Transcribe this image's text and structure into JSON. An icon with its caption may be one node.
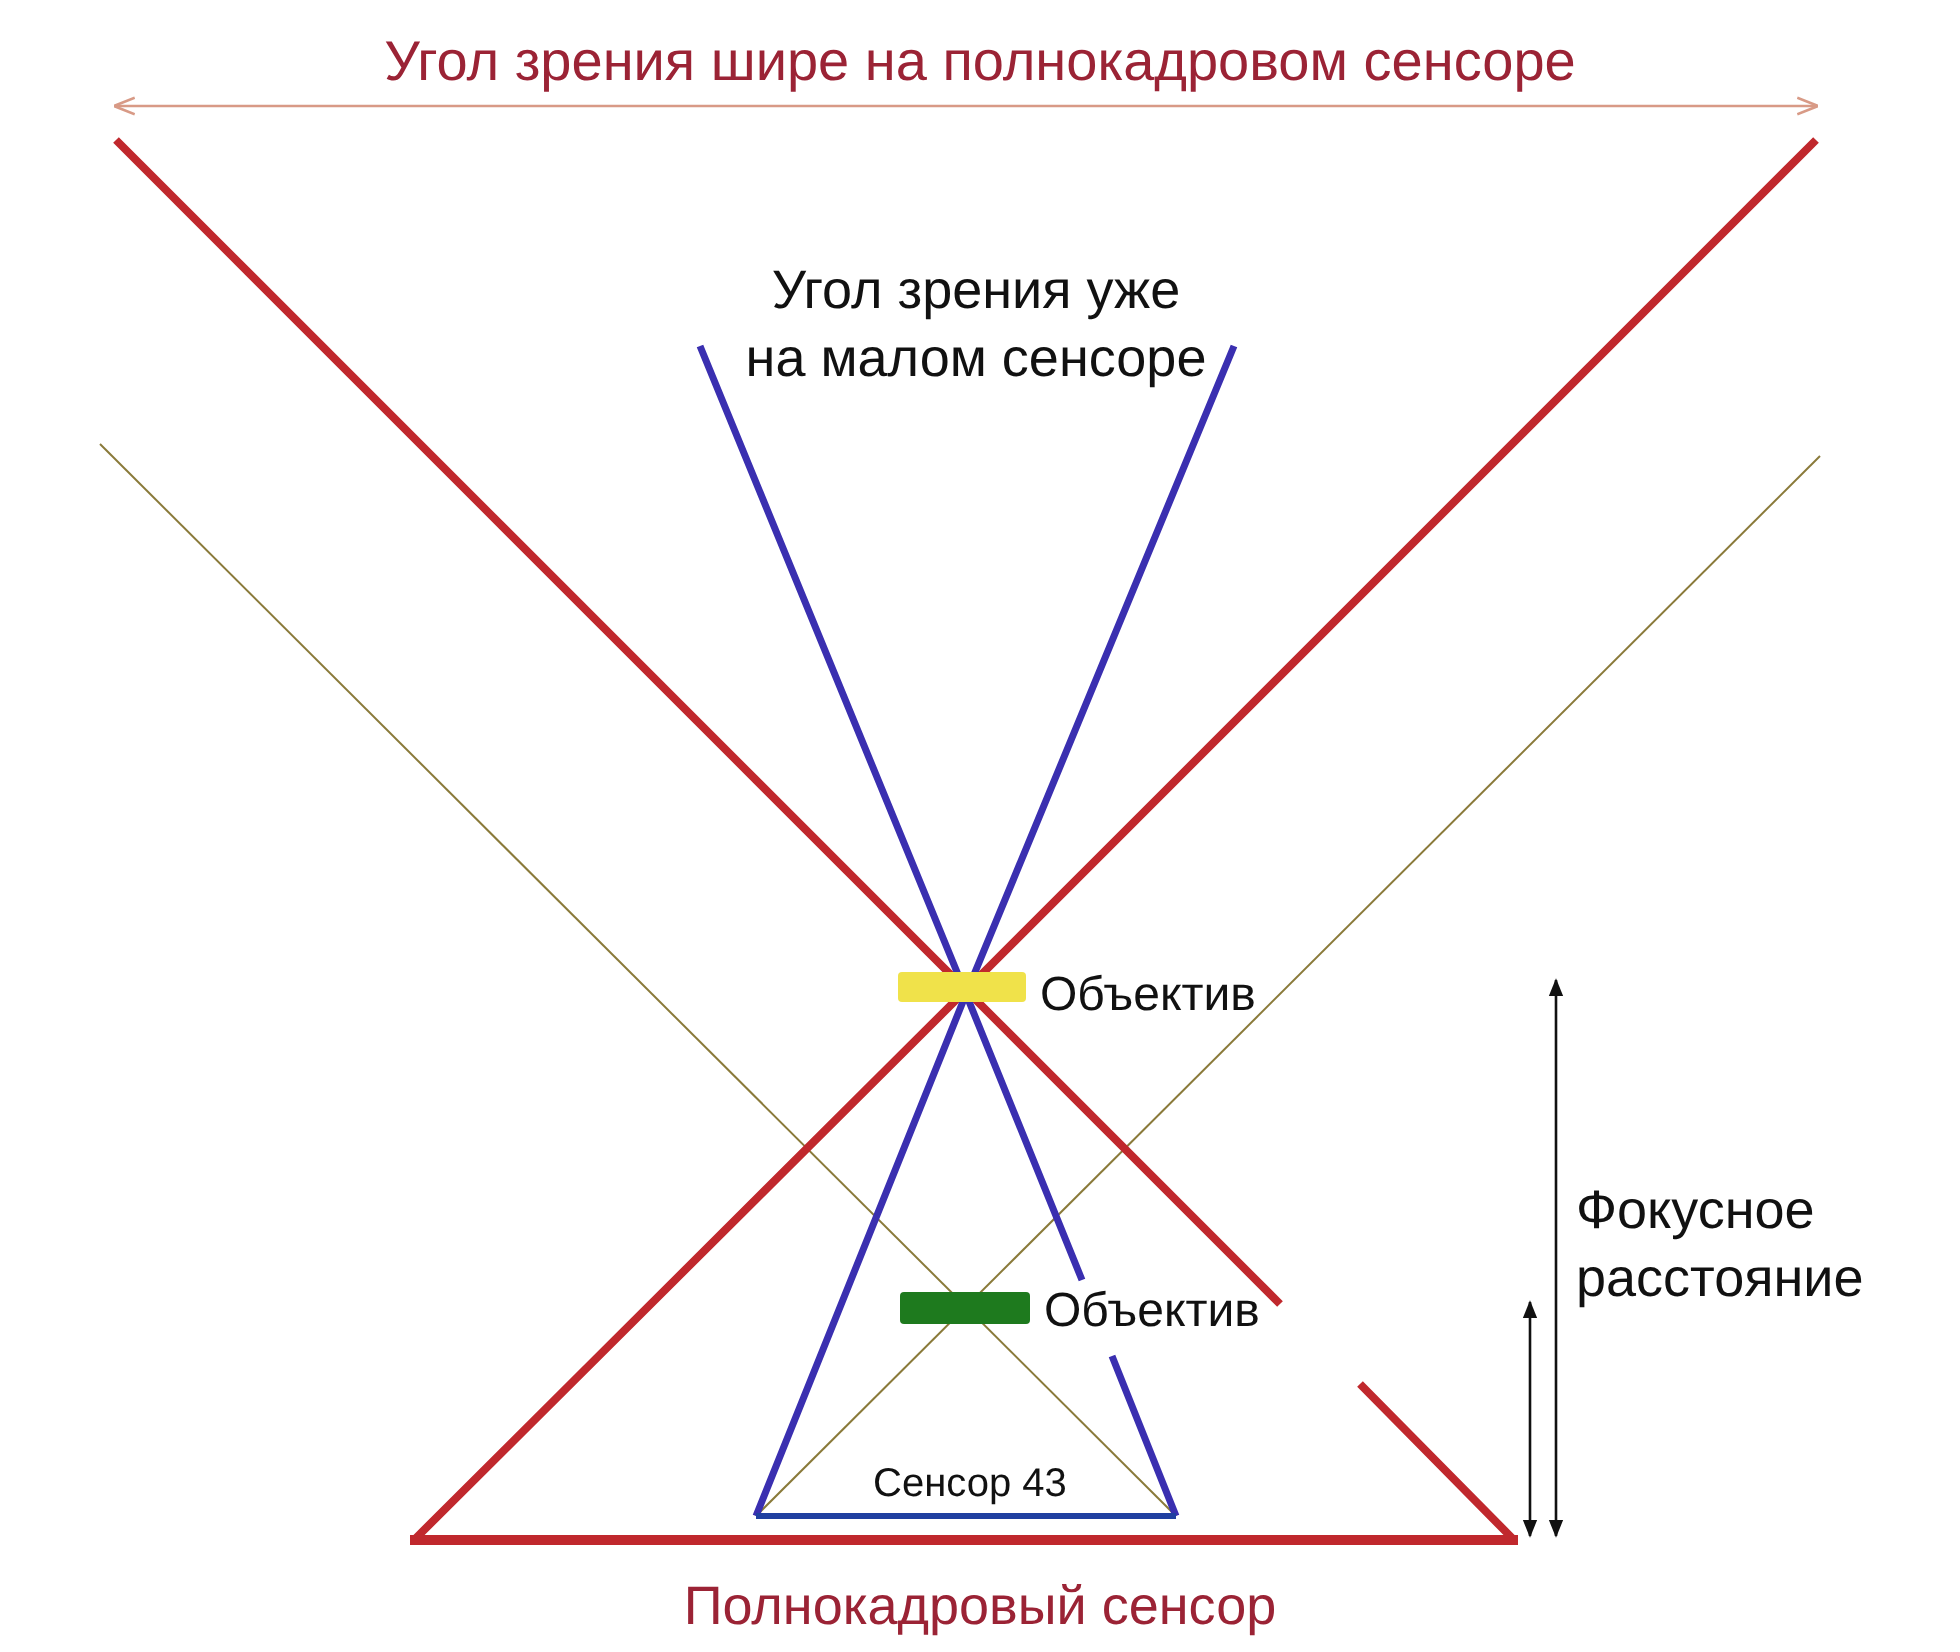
{
  "diagram": {
    "nodes": [
      {
        "text": [],
        "shape": "bar",
        "beside": [
          "Объектив"
        ]
      },
      {
        "text": [],
        "shape": "bar",
        "beside": [
          "Объектив"
        ]
      }
    ],
    "labels": [
      "Угол зрения шире на полнокадровом сенсоре",
      "Угол зрения уже на малом сенсоре",
      "Фокусное расстояние",
      "Сенсор 43",
      "Полнокадровый сенсор"
    ]
  }
}
